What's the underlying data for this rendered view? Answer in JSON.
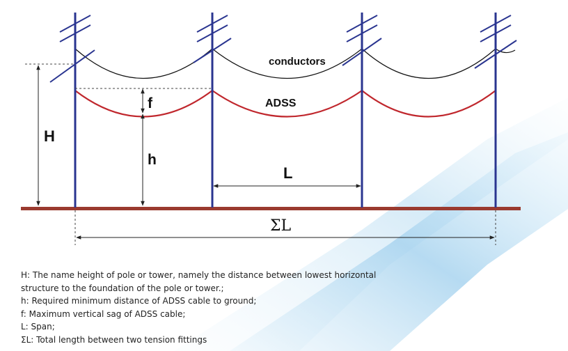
{
  "labels": {
    "conductors": "conductors",
    "adss": "ADSS",
    "H": "H",
    "f": "f",
    "h": "h",
    "L": "L",
    "sum_L": "ΣL"
  },
  "legend": [
    "H: The name height of pole or tower, namely the distance between lowest horizontal",
    "structure to the foundation of the pole or tower.;",
    "h: Required minimum distance of ADSS cable to ground;",
    "f: Maximum vertical sag of ADSS cable;",
    "L: Span;",
    "ΣL: Total length between two tension fittings"
  ],
  "colors": {
    "pole": "#2a3590",
    "conductor": "#111111",
    "adss_cable": "#c0272d",
    "ground": "#9a3a2f",
    "dimension": "#222222",
    "background_streak": "#b9dcf0"
  }
}
